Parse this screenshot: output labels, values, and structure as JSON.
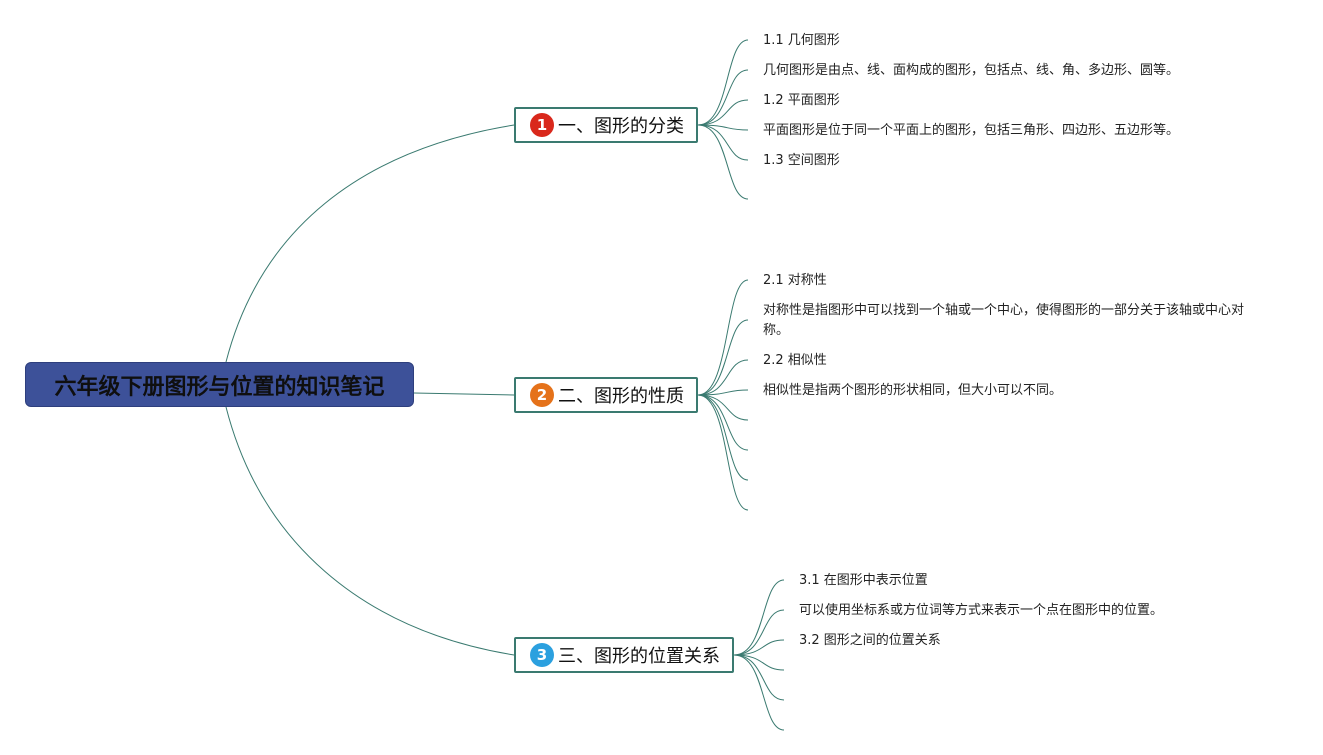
{
  "root": {
    "title": "六年级下册图形与位置的知识笔记"
  },
  "colors": {
    "connector": "#3a7a70",
    "root_fill": "#3d5199",
    "badge1": "#d9281c",
    "badge2": "#e5721a",
    "badge3": "#2ba0df"
  },
  "branches": [
    {
      "badge": "1",
      "title": "一、图形的分类",
      "items": [
        "1.1 几何图形",
        "几何图形是由点、线、面构成的图形，包括点、线、角、多边形、圆等。",
        "1.2 平面图形",
        "平面图形是位于同一个平面上的图形，包括三角形、四边形、五边形等。",
        "1.3 空间图形"
      ]
    },
    {
      "badge": "2",
      "title": "二、图形的性质",
      "items": [
        "2.1 对称性",
        "对称性是指图形中可以找到一个轴或一个中心，使得图形的一部分关于该轴或中心对称。",
        "2.2 相似性",
        "相似性是指两个图形的形状相同，但大小可以不同。"
      ]
    },
    {
      "badge": "3",
      "title": "三、图形的位置关系",
      "items": [
        "3.1 在图形中表示位置",
        "可以使用坐标系或方位词等方式来表示一个点在图形中的位置。",
        "3.2 图形之间的位置关系"
      ]
    }
  ]
}
